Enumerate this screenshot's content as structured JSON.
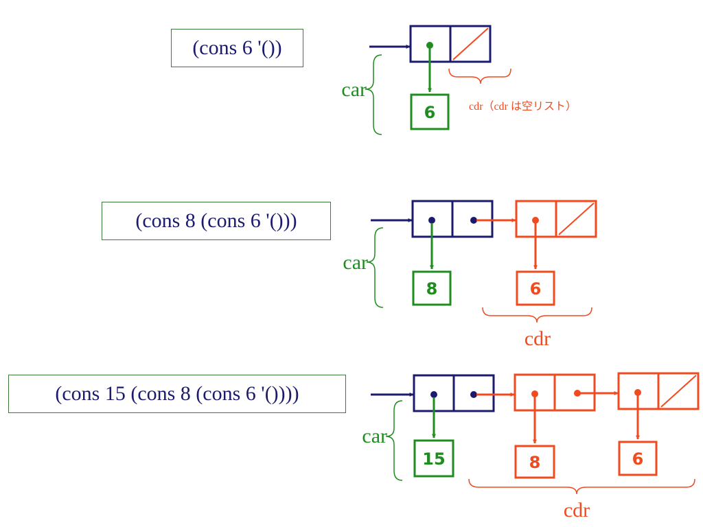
{
  "colors": {
    "navy": "#1a1a6e",
    "green": "#1e8c1e",
    "red": "#f04a1e",
    "box_border": "#3c7a3c"
  },
  "rows": [
    {
      "expression": "(cons 6 '())",
      "car_label": "car",
      "cdr_label": "cdr",
      "cdr_note": "（cdr は空リスト）",
      "values": [
        "6"
      ]
    },
    {
      "expression": "(cons 8 (cons 6 '()))",
      "car_label": "car",
      "cdr_label": "cdr",
      "values": [
        "8",
        "6"
      ]
    },
    {
      "expression": "(cons 15 (cons 8 (cons 6 '())))",
      "car_label": "car",
      "cdr_label": "cdr",
      "values": [
        "15",
        "8",
        "6"
      ]
    }
  ]
}
